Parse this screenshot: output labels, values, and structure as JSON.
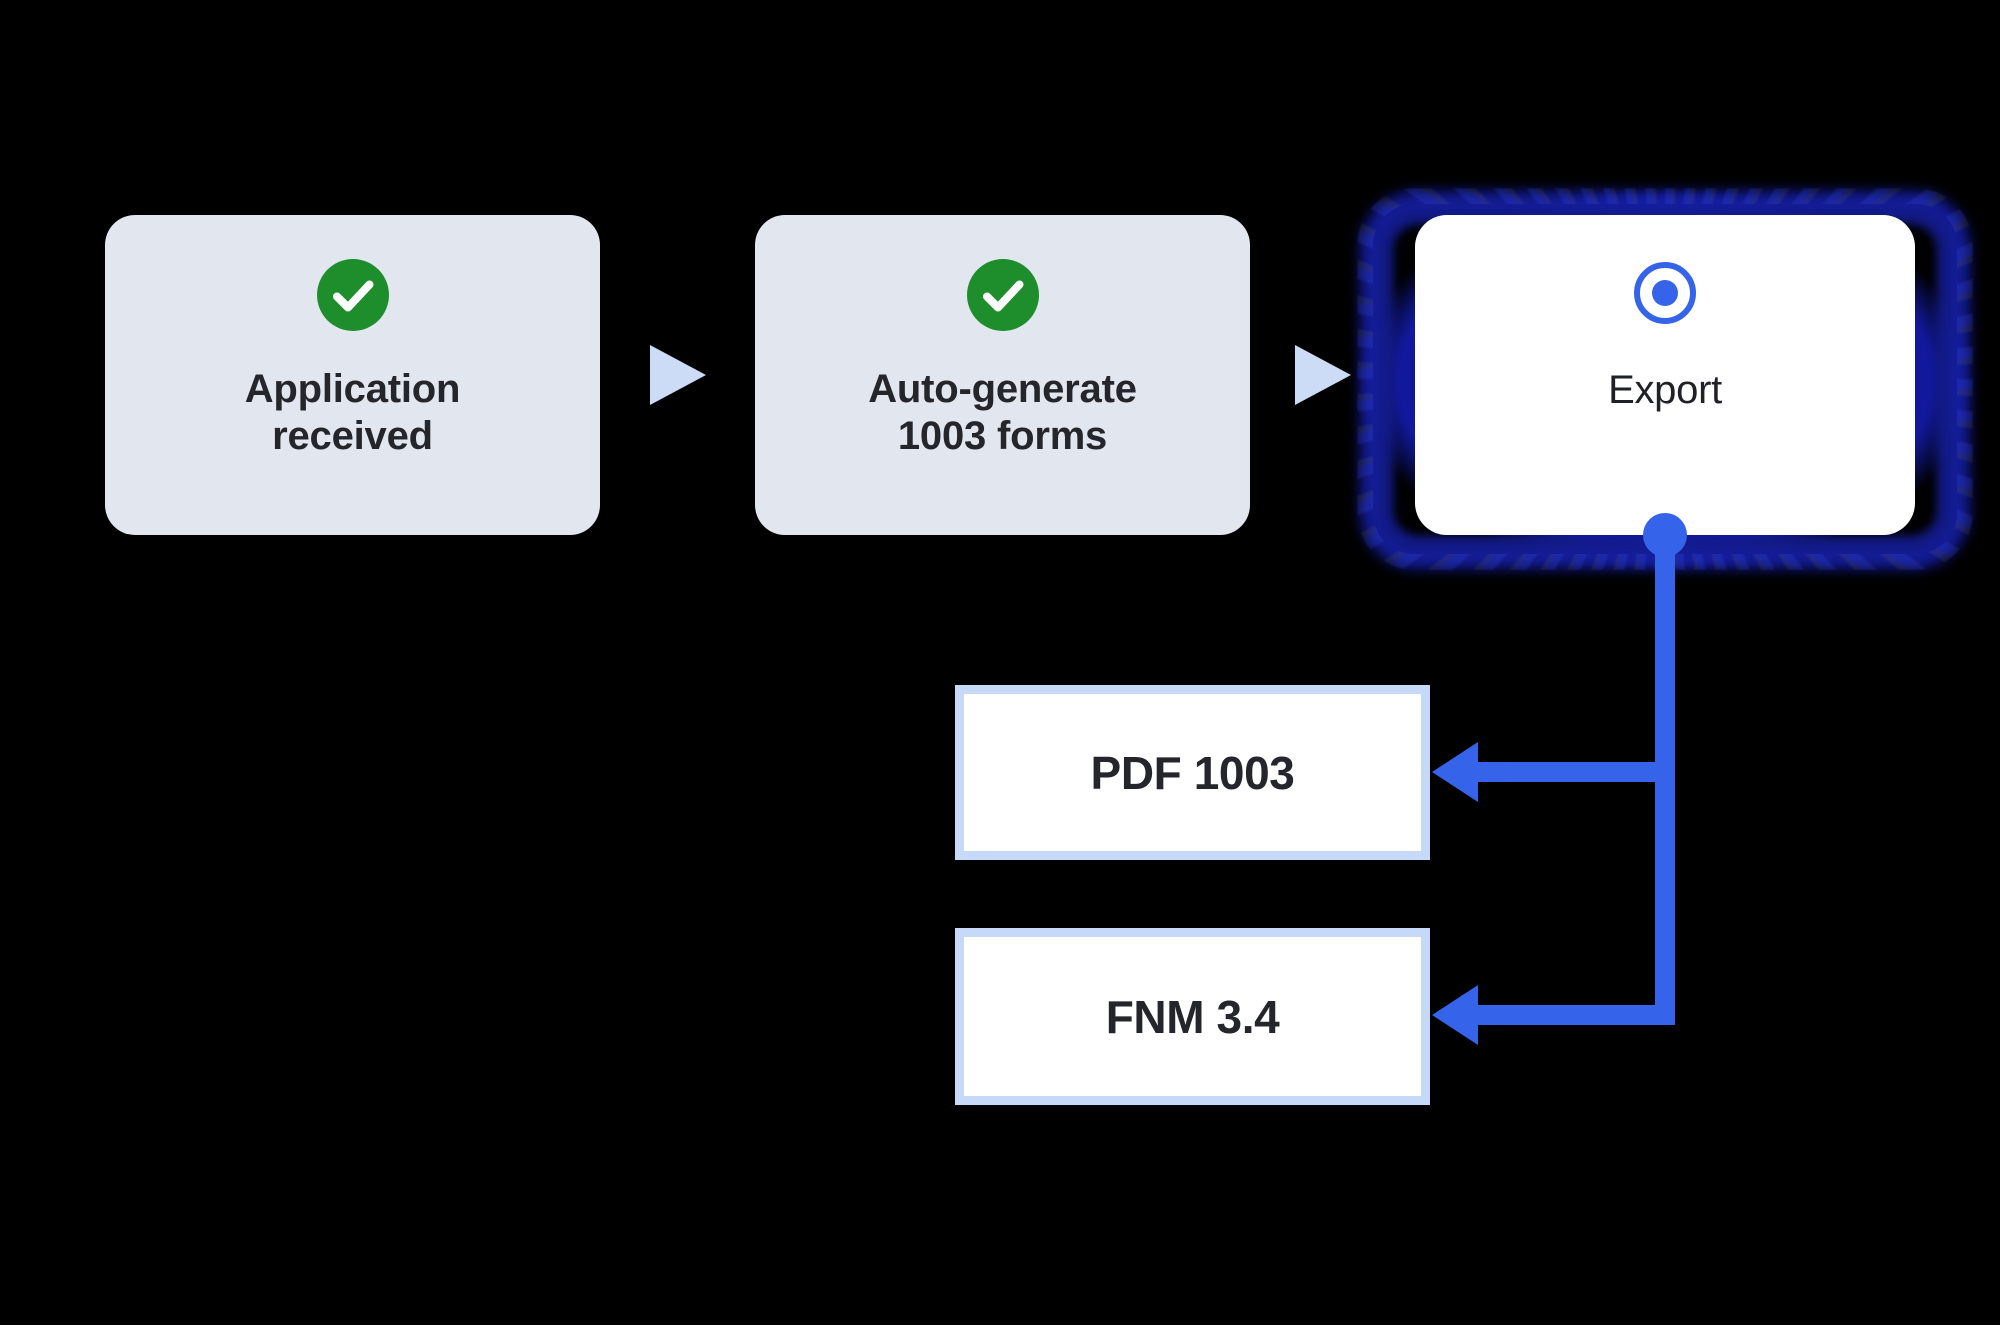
{
  "diagram": {
    "background_color": "#000000",
    "accent_blue": "#3563E9",
    "glow_blue": "#1B27D8",
    "done_card_bg": "#E2E6EF",
    "active_card_bg": "#FFFFFF",
    "check_green": "#1E8E2D",
    "arrow_light_blue": "#CCDCF7",
    "output_border": "#C7D9F8"
  },
  "steps": [
    {
      "id": "application-received",
      "label": "Application\nreceived",
      "status": "done",
      "icon": "check-circle-icon"
    },
    {
      "id": "auto-generate-1003",
      "label": "Auto-generate\n1003 forms",
      "status": "done",
      "icon": "check-circle-icon"
    },
    {
      "id": "export",
      "label": "Export",
      "status": "active",
      "icon": "radio-selected-icon"
    }
  ],
  "connectors": {
    "step_arrow_icon": "triangle-right-icon",
    "branch_arrow_icon": "arrow-left-icon"
  },
  "outputs": [
    {
      "id": "pdf-1003",
      "label": "PDF 1003"
    },
    {
      "id": "fnm-34",
      "label": "FNM 3.4"
    }
  ]
}
